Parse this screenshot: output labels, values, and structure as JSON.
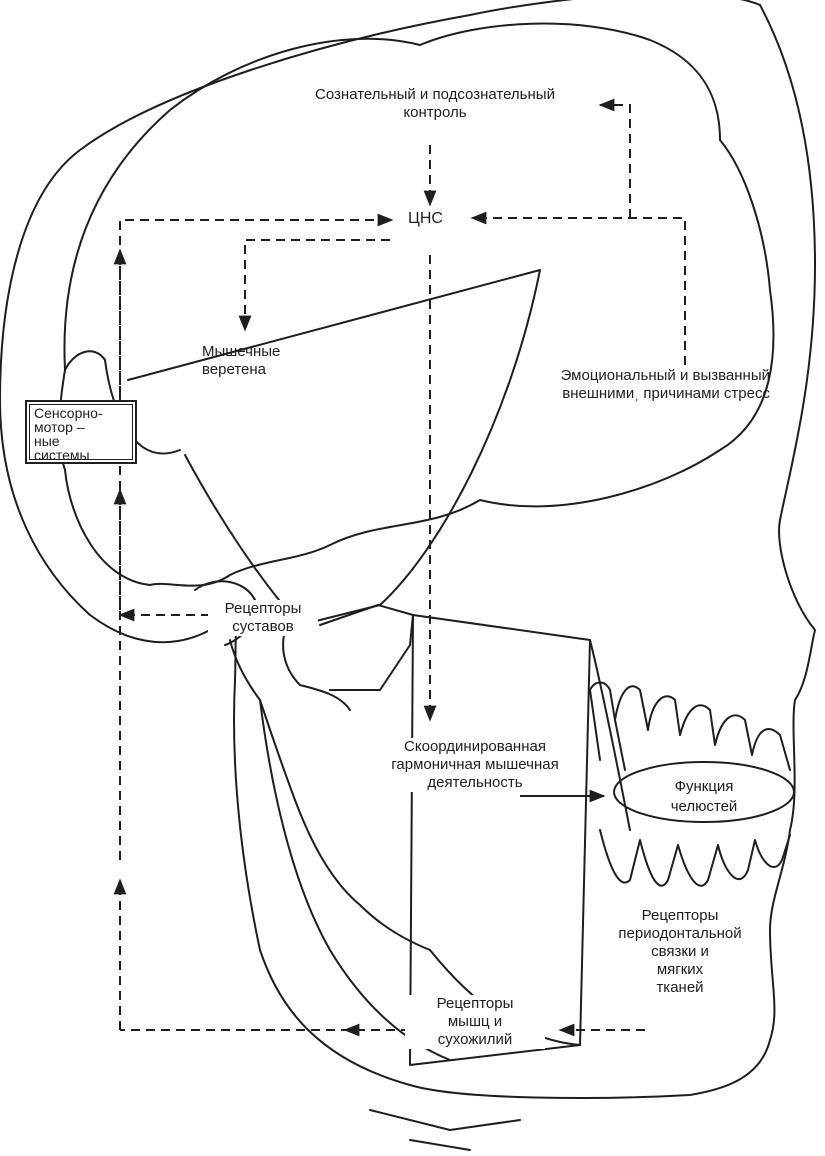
{
  "labels": {
    "control": [
      "Сознательный и подсознательный",
      "контроль"
    ],
    "cns": "ЦНС",
    "spindles": [
      "Мышечные",
      "веретена"
    ],
    "stress": [
      "Эмоциональный и вызванный",
      "внешнимиˌ причинами стресс"
    ],
    "sensory": [
      "Сенсорно-",
      "мотор –",
      "ные",
      "системы"
    ],
    "joint_receptors": [
      "Рецепторы",
      "суставов"
    ],
    "coordinated": [
      "Скоординированная",
      "гармоничная мышечная",
      "деятельность"
    ],
    "jaw_function": [
      "Функция",
      "челюстей"
    ],
    "periodontal": [
      "Рецепторы",
      "периодонтальной",
      "связки и",
      "мягких",
      "тканей"
    ],
    "muscle_receptors": [
      "Рецепторы",
      "мышц и",
      "сухожилий"
    ]
  },
  "colors": {
    "ink": "#1e1e1e",
    "background": "#ffffff"
  }
}
